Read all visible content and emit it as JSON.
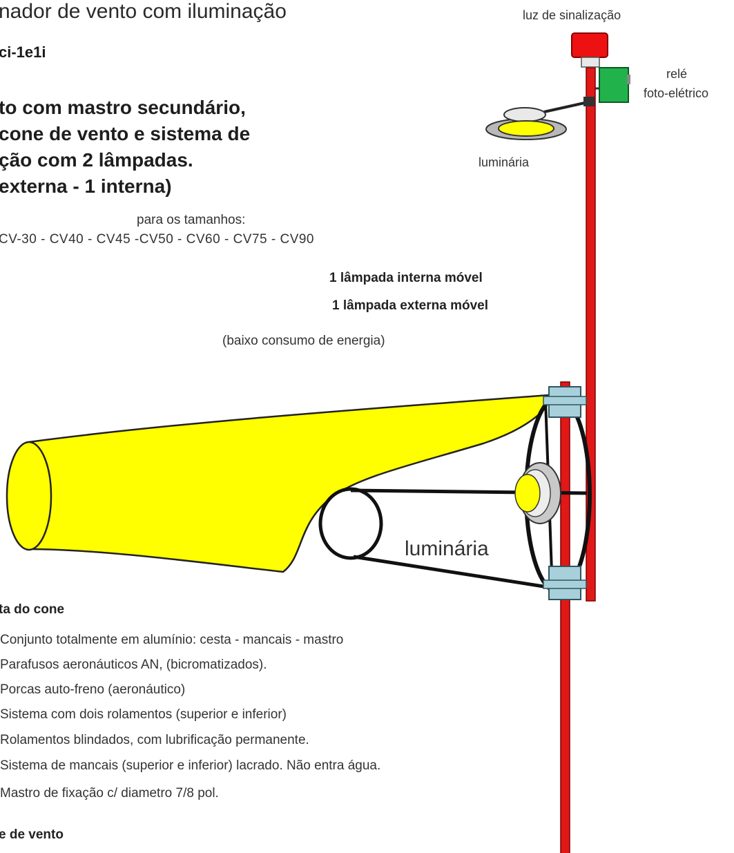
{
  "title": "nador de vento com iluminação",
  "model": "ci-1e1i",
  "heading_lines": [
    "to com mastro secundário,",
    "cone de vento e sistema de",
    "ção com 2 lâmpadas.",
    "externa - 1 interna)"
  ],
  "sizes_label": "para os tamanhos:",
  "sizes": "CV-30  -  CV40  -  CV45  -CV50  - CV60  -  CV75  -  CV90",
  "lamps": {
    "internal": "1 lâmpada interna móvel",
    "external": "1 lâmpada externa móvel",
    "note": "(baixo consumo de energia)"
  },
  "labels": {
    "signal_light": "luz de sinalização",
    "relay_line1": "relé",
    "relay_line2": "foto-elétrico",
    "luminaire_top": "luminária",
    "luminaire_cone": "luminária"
  },
  "section_basket": "ta do cone",
  "features": [
    "Conjunto totalmente em alumínio: cesta - mancais - mastro",
    "Parafusos aeronáuticos AN, (bicromatizados).",
    "Porcas auto-freno (aeronáutico)",
    "Sistema com  dois rolamentos (superior e inferior)",
    "Rolamentos blindados, com lubrificação permanente.",
    "Sistema de mancais (superior e inferior) lacrado. Não entra água.",
    "Mastro de fixação c/ diametro 7/8 pol."
  ],
  "section_cone": "e de vento",
  "colors": {
    "mast": "#e01818",
    "cone": "#ffff00",
    "signal_light": "#ee1111",
    "relay": "#22b24c",
    "bearing": "#a8d0da"
  }
}
